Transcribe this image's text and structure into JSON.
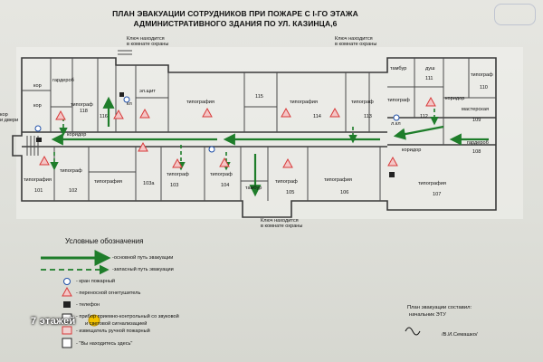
{
  "document": {
    "title_line1": "ПЛАН ЭВАКУАЦИИ СОТРУДНИКОВ  ПРИ ПОЖАРЕ С I-ГО ЭТАЖА",
    "title_line2": "АДМИНИСТРАТИВНОГО ЗДАНИЯ ПО УЛ. КАЗИНЦА,6"
  },
  "keys": {
    "key_top_left": [
      "Ключ находится",
      "в комнате охраны"
    ],
    "key_top_right": [
      "Ключ находится",
      "в комнате охраны"
    ],
    "key_bottom": [
      "Ключ находится",
      "в комнате охраны"
    ]
  },
  "rooms": {
    "garderob_left": "гардероб",
    "kor1": "кор",
    "kor2": "кор",
    "r118": "118",
    "tipograf_116": "типограф",
    "r116": "116",
    "el_shit": "эл.щит",
    "r115_name": "типография",
    "r115": "115",
    "r114_name": "типография",
    "r114": "114",
    "r113_name": "типограф",
    "r113": "113",
    "tipograf_112": "типограф",
    "r112": "112",
    "tambur_tr": "тамбур",
    "dush": "душ",
    "r111": "111",
    "r110_name": "типограф",
    "r110": "110",
    "koridor_right": "коридор",
    "masterskaya": "мастерская",
    "r109": "109",
    "koridor_main": "коридор",
    "koridor_right2": "коридор",
    "garderob_right": "гардероб",
    "r108": "108",
    "r101_name": "типография",
    "r101": "101",
    "r102_name": "типограф",
    "r102": "102",
    "r103a_name": "типография",
    "r103a": "103а",
    "r103_name": "типограф",
    "r103": "103",
    "r104_name": "типограф",
    "r104": "104",
    "tambur_center": "тамбур",
    "r105_name": "типограф",
    "r105": "105",
    "r106_name": "типография",
    "r106": "106",
    "r107_name": "типография",
    "r107": "107",
    "l_kl": "л.кл",
    "kl": "кл",
    "kor_door": [
      "кор",
      "и двери"
    ]
  },
  "legend": {
    "title": "Условные обозначения",
    "items": [
      "-основной путь эвакуации",
      "-запасный путь эвакуации",
      "- кран пожарный",
      "- переносной огнетушитель",
      "- телефон",
      "- прибор приемно-контрольный со звуковой",
      "и световой сигнализацией",
      "- извещатель ручной пожарный",
      "- \"Вы находитесь здесь\""
    ]
  },
  "signature": {
    "line1": "План эвакуации составил:",
    "line2": "начальник ЭТУ",
    "line3": "/В.И.Семашко/"
  },
  "watermark": {
    "text": "7 этажей"
  },
  "colors": {
    "wall": "#3a3a3a",
    "evac_main": "#1e7d2a",
    "evac_spare": "#1e7d2a",
    "extinguisher": "#d83a3a",
    "watermark_badge": "#f2c200"
  }
}
